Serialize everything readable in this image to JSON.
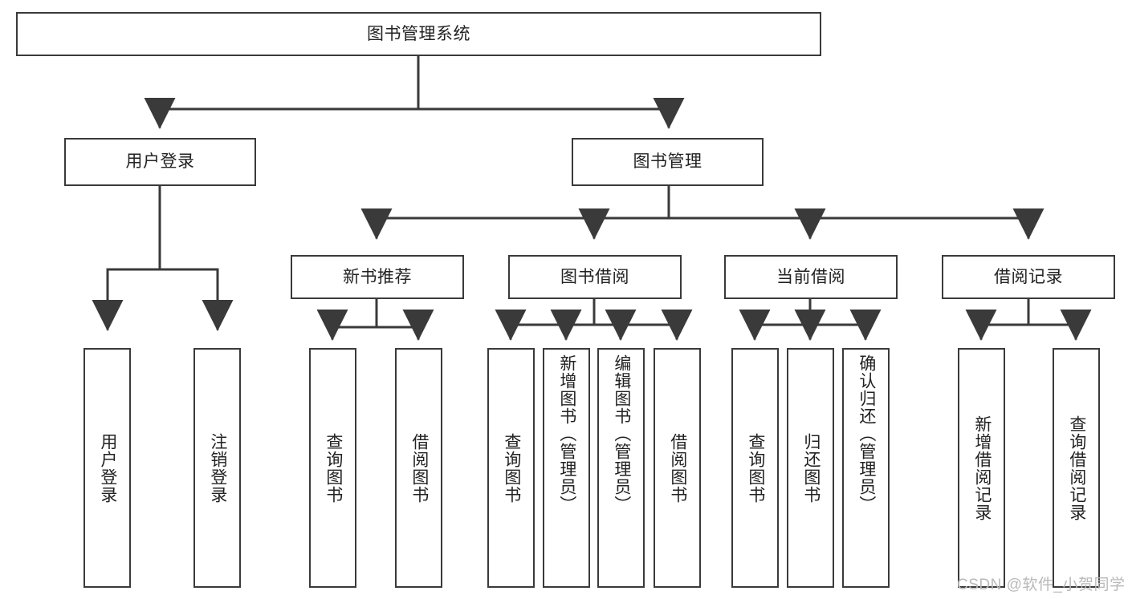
{
  "diagram": {
    "title": "图书管理系统",
    "type": "hierarchy-tree",
    "watermark": "CSDN @软件_小贺同学",
    "colors": {
      "background": "#ffffff",
      "box_border": "#3a3a3a",
      "box_fill": "#ffffff",
      "connector": "#3a3a3a",
      "text": "#222222",
      "watermark": "#b9b9b9"
    },
    "levels": [
      {
        "level": 1,
        "nodes": [
          {
            "id": "root",
            "label": "图书管理系统",
            "orientation": "horizontal"
          }
        ]
      },
      {
        "level": 2,
        "nodes": [
          {
            "id": "login",
            "label": "用户登录",
            "orientation": "horizontal",
            "parent": "root"
          },
          {
            "id": "bookmgmt",
            "label": "图书管理",
            "orientation": "horizontal",
            "parent": "root"
          }
        ]
      },
      {
        "level": 3,
        "nodes": [
          {
            "id": "newbook",
            "label": "新书推荐",
            "orientation": "horizontal",
            "parent": "bookmgmt"
          },
          {
            "id": "borrow",
            "label": "图书借阅",
            "orientation": "horizontal",
            "parent": "bookmgmt"
          },
          {
            "id": "current",
            "label": "当前借阅",
            "orientation": "horizontal",
            "parent": "bookmgmt"
          },
          {
            "id": "records",
            "label": "借阅记录",
            "orientation": "horizontal",
            "parent": "bookmgmt"
          }
        ]
      },
      {
        "level": 4,
        "nodes": [
          {
            "id": "leaf-user-login",
            "label": "用户登录",
            "orientation": "vertical",
            "parent": "login"
          },
          {
            "id": "leaf-user-logout",
            "label": "注销登录",
            "orientation": "vertical",
            "parent": "login"
          },
          {
            "id": "leaf-new-query",
            "label": "查询图书",
            "orientation": "vertical",
            "parent": "newbook"
          },
          {
            "id": "leaf-new-borrow",
            "label": "借阅图书",
            "orientation": "vertical",
            "parent": "newbook"
          },
          {
            "id": "leaf-borrow-query",
            "label": "查询图书",
            "orientation": "vertical",
            "parent": "borrow"
          },
          {
            "id": "leaf-borrow-add",
            "label": "新增图书（管理员）",
            "orientation": "vertical",
            "parent": "borrow"
          },
          {
            "id": "leaf-borrow-edit",
            "label": "编辑图书（管理员）",
            "orientation": "vertical",
            "parent": "borrow"
          },
          {
            "id": "leaf-borrow-lend",
            "label": "借阅图书",
            "orientation": "vertical",
            "parent": "borrow"
          },
          {
            "id": "leaf-current-query",
            "label": "查询图书",
            "orientation": "vertical",
            "parent": "current"
          },
          {
            "id": "leaf-current-return",
            "label": "归还图书",
            "orientation": "vertical",
            "parent": "current"
          },
          {
            "id": "leaf-current-confirm",
            "label": "确认归还（管理员）",
            "orientation": "vertical",
            "parent": "current"
          },
          {
            "id": "leaf-records-add",
            "label": "新增借阅记录",
            "orientation": "vertical",
            "parent": "records"
          },
          {
            "id": "leaf-records-query",
            "label": "查询借阅记录",
            "orientation": "vertical",
            "parent": "records"
          }
        ]
      }
    ]
  }
}
